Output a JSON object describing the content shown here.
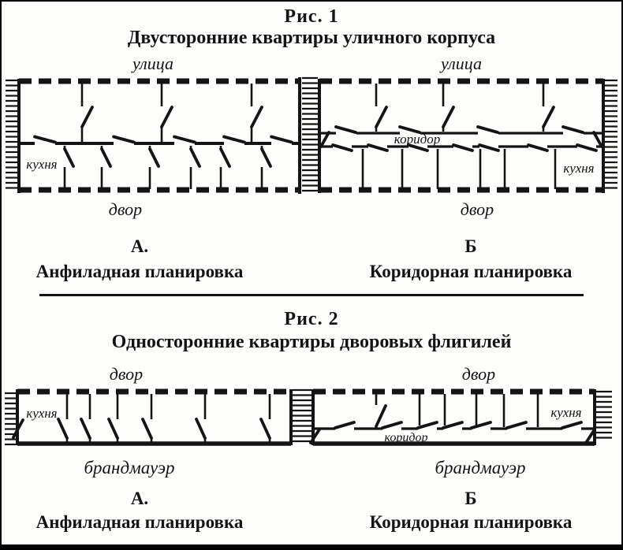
{
  "colors": {
    "ink": "#141414",
    "paper": "#fdfdfb"
  },
  "figure1": {
    "number": "Рис. 1",
    "title": "Двусторонние квартиры уличного корпуса",
    "plan_a": {
      "top_label": "улица",
      "bottom_label": "двор",
      "kitchen_label": "кухня",
      "letter": "А.",
      "caption": "Анфиладная планировка"
    },
    "plan_b": {
      "top_label": "улица",
      "bottom_label": "двор",
      "corridor_label": "коридор",
      "kitchen_label": "кухня",
      "letter": "Б",
      "caption": "Коридорная планировка"
    }
  },
  "figure2": {
    "number": "Рис. 2",
    "title": "Односторонние квартиры дворовых флигилей",
    "plan_a": {
      "top_label": "двор",
      "bottom_label": "брандмауэр",
      "kitchen_label": "кухня",
      "letter": "А.",
      "caption": "Анфиладная планировка"
    },
    "plan_b": {
      "top_label": "двор",
      "bottom_label": "брандмауэр",
      "corridor_label": "коридор",
      "kitchen_label": "кухня",
      "letter": "Б",
      "caption": "Коридорная планировка"
    }
  }
}
